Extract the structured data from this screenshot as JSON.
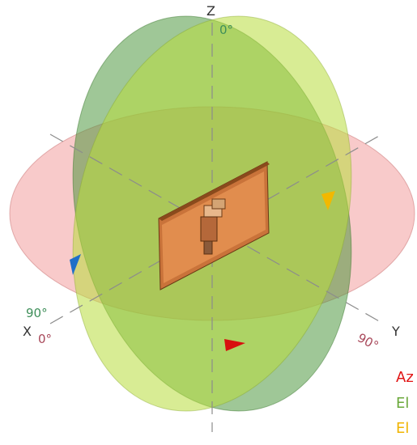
{
  "axes": {
    "z": "Z",
    "x": "X",
    "y": "Y"
  },
  "angles": {
    "z_top": "0°",
    "x_elevation": "90°",
    "x_azimuth": "0°",
    "y_azimuth": "90°"
  },
  "legend": [
    {
      "text": "Az",
      "color": "#e11414"
    },
    {
      "text": "El",
      "color": "#6aa83a"
    },
    {
      "text": "El",
      "color": "#f0b400"
    }
  ],
  "colors": {
    "azimuth_plane": "#f08a8a",
    "elevation_plane_1": "#3f8f2f",
    "elevation_plane_2": "#b8dc3c",
    "arrow_red": "#d80f0f",
    "arrow_blue": "#1f6fc8",
    "arrow_yellow": "#f2b800",
    "board": "#c9733a",
    "elevation_label": "#3f8f5a",
    "azimuth_label": "#a8485a"
  }
}
